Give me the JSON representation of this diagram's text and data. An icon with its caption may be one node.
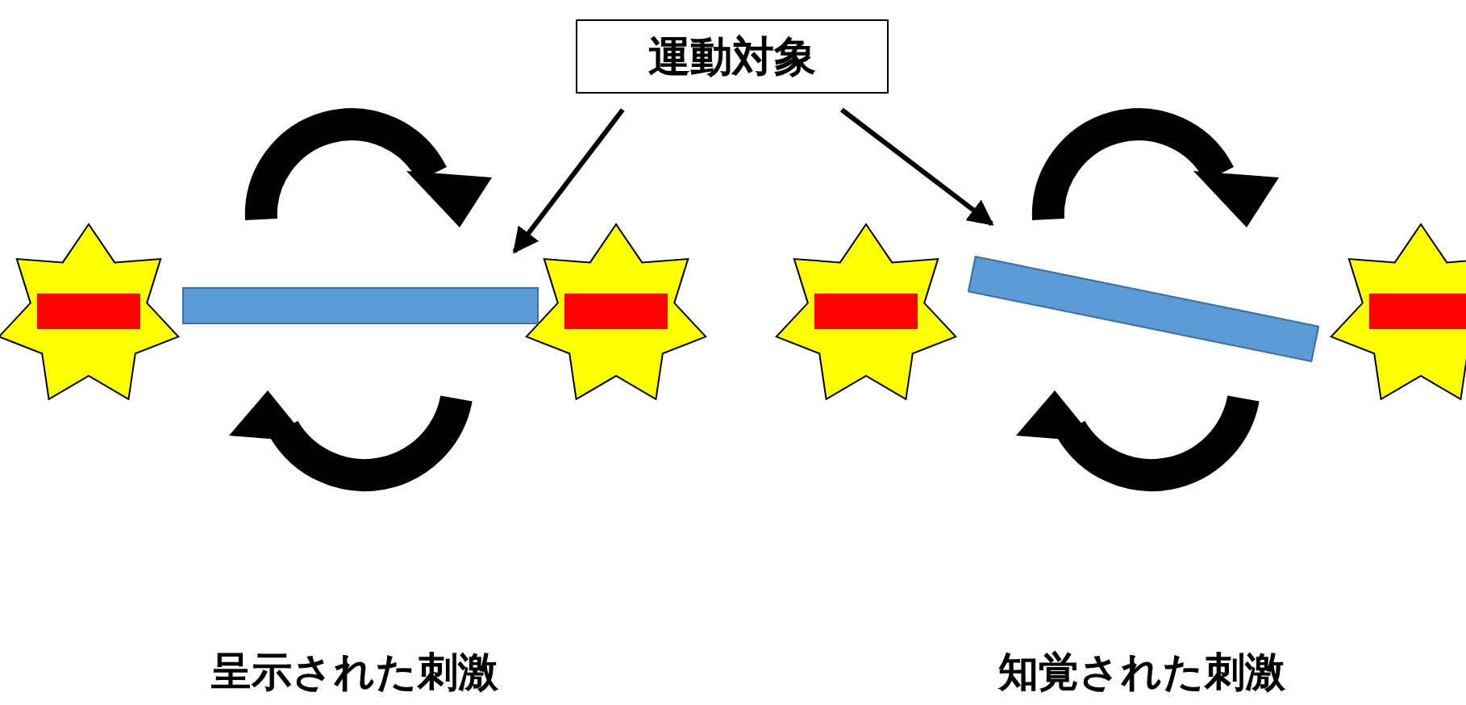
{
  "diagram": {
    "nodes": [
      {
        "text": [
          "運動対象"
        ]
      },
      {
        "text": [],
        "shape": "bar"
      },
      {
        "text": [],
        "shape": "bar"
      }
    ],
    "edges": [
      {
        "from": 0,
        "to": 1,
        "arrow": "to"
      },
      {
        "from": 0,
        "to": 2,
        "arrow": "to"
      }
    ],
    "labels": [
      "呈示された刺激",
      "知覚された刺激"
    ]
  }
}
